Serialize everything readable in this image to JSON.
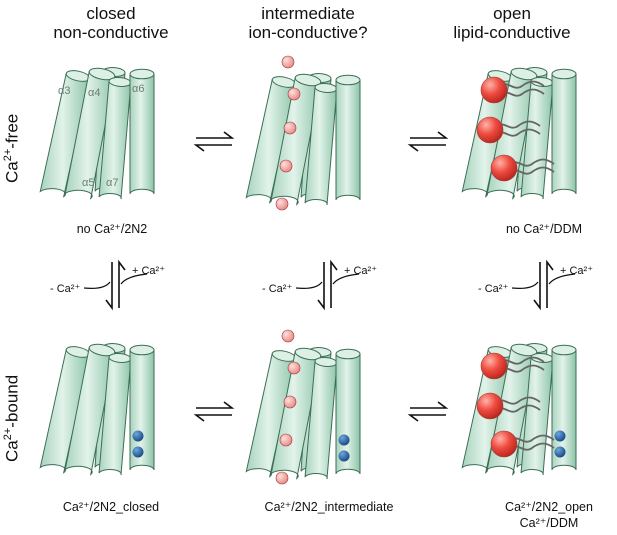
{
  "columns": [
    {
      "line1": "closed",
      "line2": "non-conductive"
    },
    {
      "line1": "intermediate",
      "line2": "ion-conductive?"
    },
    {
      "line1": "open",
      "line2": "lipid-conductive"
    }
  ],
  "rows": [
    {
      "base": "Ca",
      "sup": "2+",
      "rest": "-free"
    },
    {
      "base": "Ca",
      "sup": "2+",
      "rest": "-bound"
    }
  ],
  "helix_labels": [
    "α3",
    "α4",
    "α6",
    "α5",
    "α7"
  ],
  "captions": {
    "top_left": "no Ca²⁺/2N2",
    "top_right": "no Ca²⁺/DDM",
    "bottom_left": "Ca²⁺/2N2_closed",
    "bottom_middle": "Ca²⁺/2N2_intermediate",
    "bottom_right_1": "Ca²⁺/2N2_open",
    "bottom_right_2": "Ca²⁺/DDM"
  },
  "transition_labels": {
    "minus": "- Ca²⁺",
    "plus": "+ Ca²⁺"
  },
  "colors": {
    "helix_fill": "#c9e6d7",
    "helix_stroke": "#3c6e56",
    "ion": "#f2a2a0",
    "lipid_head": "#e8413a",
    "calcium": "#1d5a9a"
  }
}
